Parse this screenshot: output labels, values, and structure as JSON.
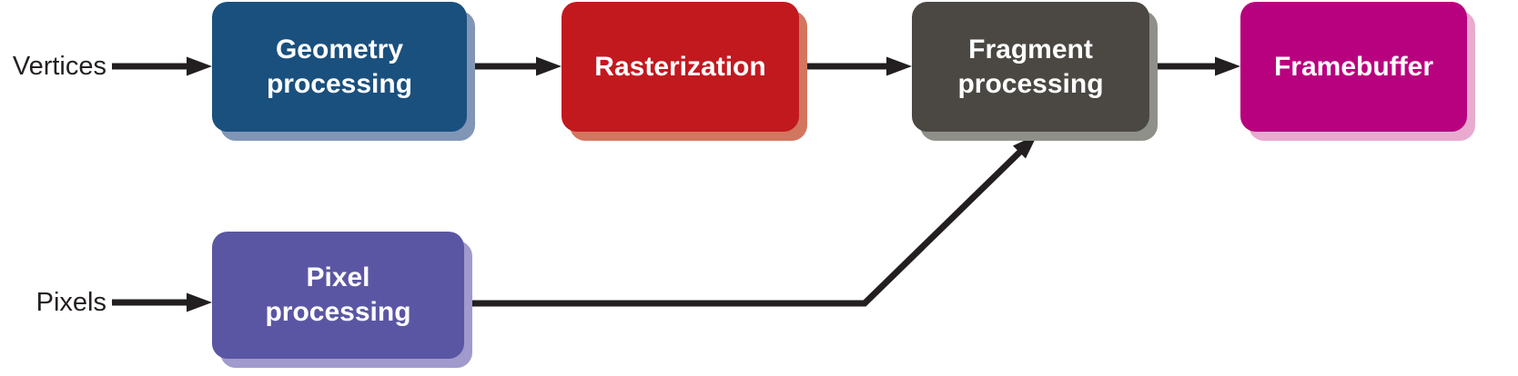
{
  "figure": {
    "background": "#ffffff",
    "arrow_color": "#231f20",
    "input_label_color": "#231f20",
    "inputs": {
      "vertices": "Vertices",
      "pixels": "Pixels"
    },
    "boxes": [
      {
        "id": "geometry-processing",
        "label": "Geometry processing",
        "color": "#1a507e",
        "shadow_color": "#8196b7",
        "text_color": "#ffffff"
      },
      {
        "id": "rasterization",
        "label": "Rasterization",
        "color": "#c2191f",
        "shadow_color": "#d3765f",
        "text_color": "#ffffff"
      },
      {
        "id": "fragment-processing",
        "label": "Fragment processing",
        "color": "#4b4843",
        "shadow_color": "#8f9089",
        "text_color": "#ffffff"
      },
      {
        "id": "framebuffer",
        "label": "Framebuffer",
        "color": "#b8017f",
        "shadow_color": "#e9aad0",
        "text_color": "#ffffff"
      },
      {
        "id": "pixel-processing",
        "label": "Pixel processing",
        "color": "#5b56a3",
        "shadow_color": "#a09acd",
        "text_color": "#ffffff"
      }
    ]
  }
}
